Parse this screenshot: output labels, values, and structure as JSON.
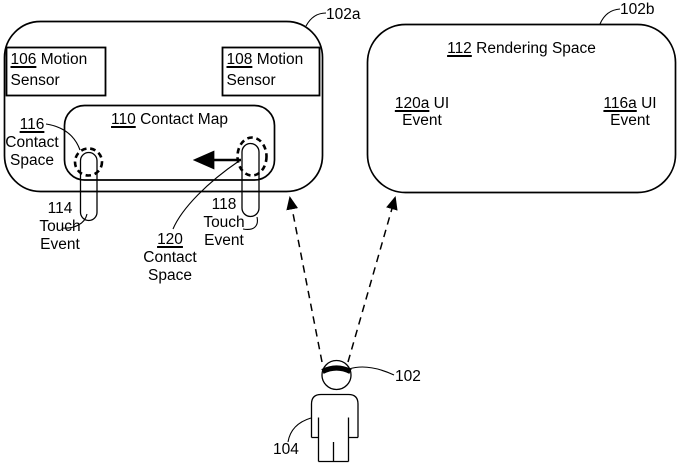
{
  "colors": {
    "ink": "#000000",
    "paper": "#ffffff"
  },
  "left_device": {
    "ref": "102a",
    "sensor_left": {
      "num": "106",
      "label": "Motion Sensor"
    },
    "sensor_right": {
      "num": "108",
      "label": "Motion Sensor"
    },
    "contact_map": {
      "num": "110",
      "label": "Contact Map"
    },
    "contact_space_left": {
      "num": "116",
      "label": "Contact Space"
    },
    "touch_event_left": {
      "num": "114",
      "label": "Touch Event"
    },
    "contact_space_right": {
      "num": "120",
      "label": "Contact Space"
    },
    "touch_event_right": {
      "num": "118",
      "label": "Touch Event"
    }
  },
  "right_device": {
    "ref": "102b",
    "title": {
      "num": "112",
      "label": "Rendering Space"
    },
    "ui_event_left": {
      "num": "120a",
      "label": "UI Event"
    },
    "ui_event_right": {
      "num": "116a",
      "label": "UI Event"
    }
  },
  "user": {
    "headset_ref": "102",
    "person_ref": "104"
  }
}
